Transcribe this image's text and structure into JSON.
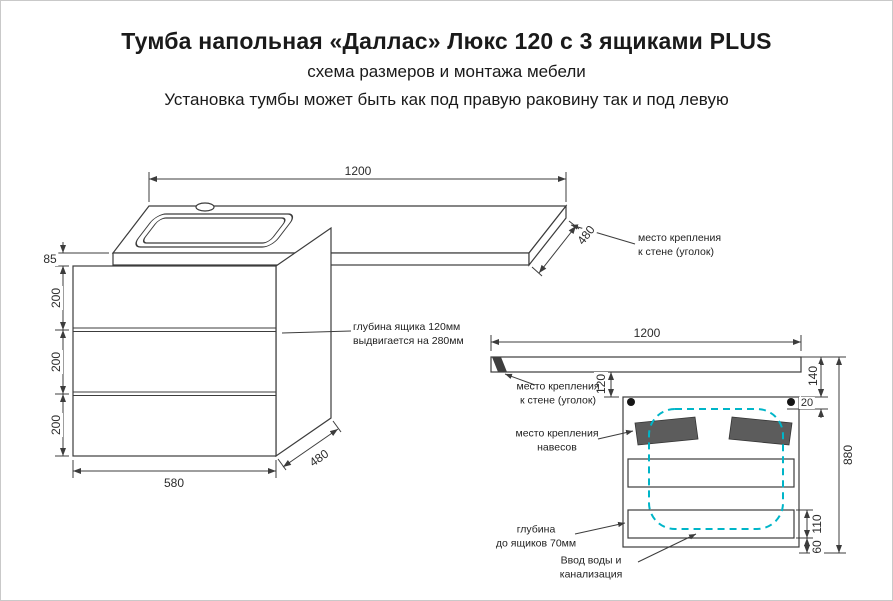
{
  "header": {
    "title": "Тумба напольная «Даллас» Люкс 120 с 3 ящиками PLUS",
    "subtitle": "схема размеров и монтажа мебели",
    "note": "Установка тумбы может быть как под правую раковину так и под левую"
  },
  "perspective_view": {
    "dim_width": "1200",
    "dim_top_height": "85",
    "dim_drawer1": "200",
    "dim_drawer2": "200",
    "dim_drawer3": "200",
    "dim_cabinet_width": "580",
    "dim_depth_bottom": "480",
    "dim_depth_top": "480",
    "label_wall_mount": "место крепления\nк стене (уголок)",
    "label_drawer": "глубина ящика 120мм\nвыдвигается на 280мм"
  },
  "front_view": {
    "dim_width": "1200",
    "dim_gap": "120",
    "dim_top_offset": "140",
    "dim_clearance": "20",
    "dim_height": "880",
    "dim_drawer_rail": "110",
    "dim_plinth": "60",
    "label_wall_mount": "место крепления\nк стене (уголок)",
    "label_hangers": "место крепления\nнавесов",
    "label_drawer_depth": "глубина\nдо ящиков 70мм",
    "label_water": "Ввод воды и\nканализация"
  },
  "colors": {
    "line": "#3c3c3c",
    "plumbing_zone": "#00b5c8"
  }
}
